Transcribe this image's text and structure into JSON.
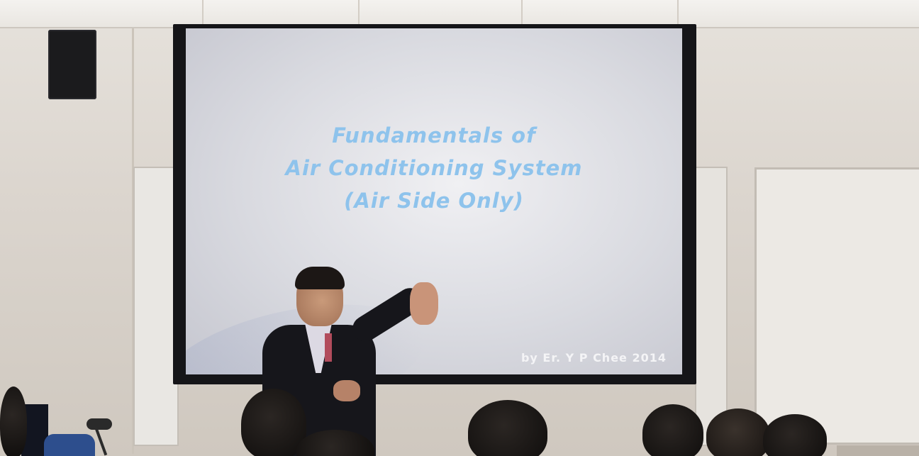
{
  "slide": {
    "title_lines": [
      "Fundamentals of",
      "Air Conditioning System",
      "(Air Side Only)"
    ],
    "byline": "by Er. Y P Chee 2014"
  },
  "colors": {
    "title_text": "#8ec3ec",
    "byline_text": "#f4f4f6",
    "screen_background": "#d9dae0",
    "screen_frame": "#151518",
    "wall": "#dcd6cf"
  },
  "objects": [
    "ceiling",
    "wall-speaker",
    "projection-screen",
    "presenter",
    "audience-heads",
    "microphone",
    "whiteboards"
  ]
}
